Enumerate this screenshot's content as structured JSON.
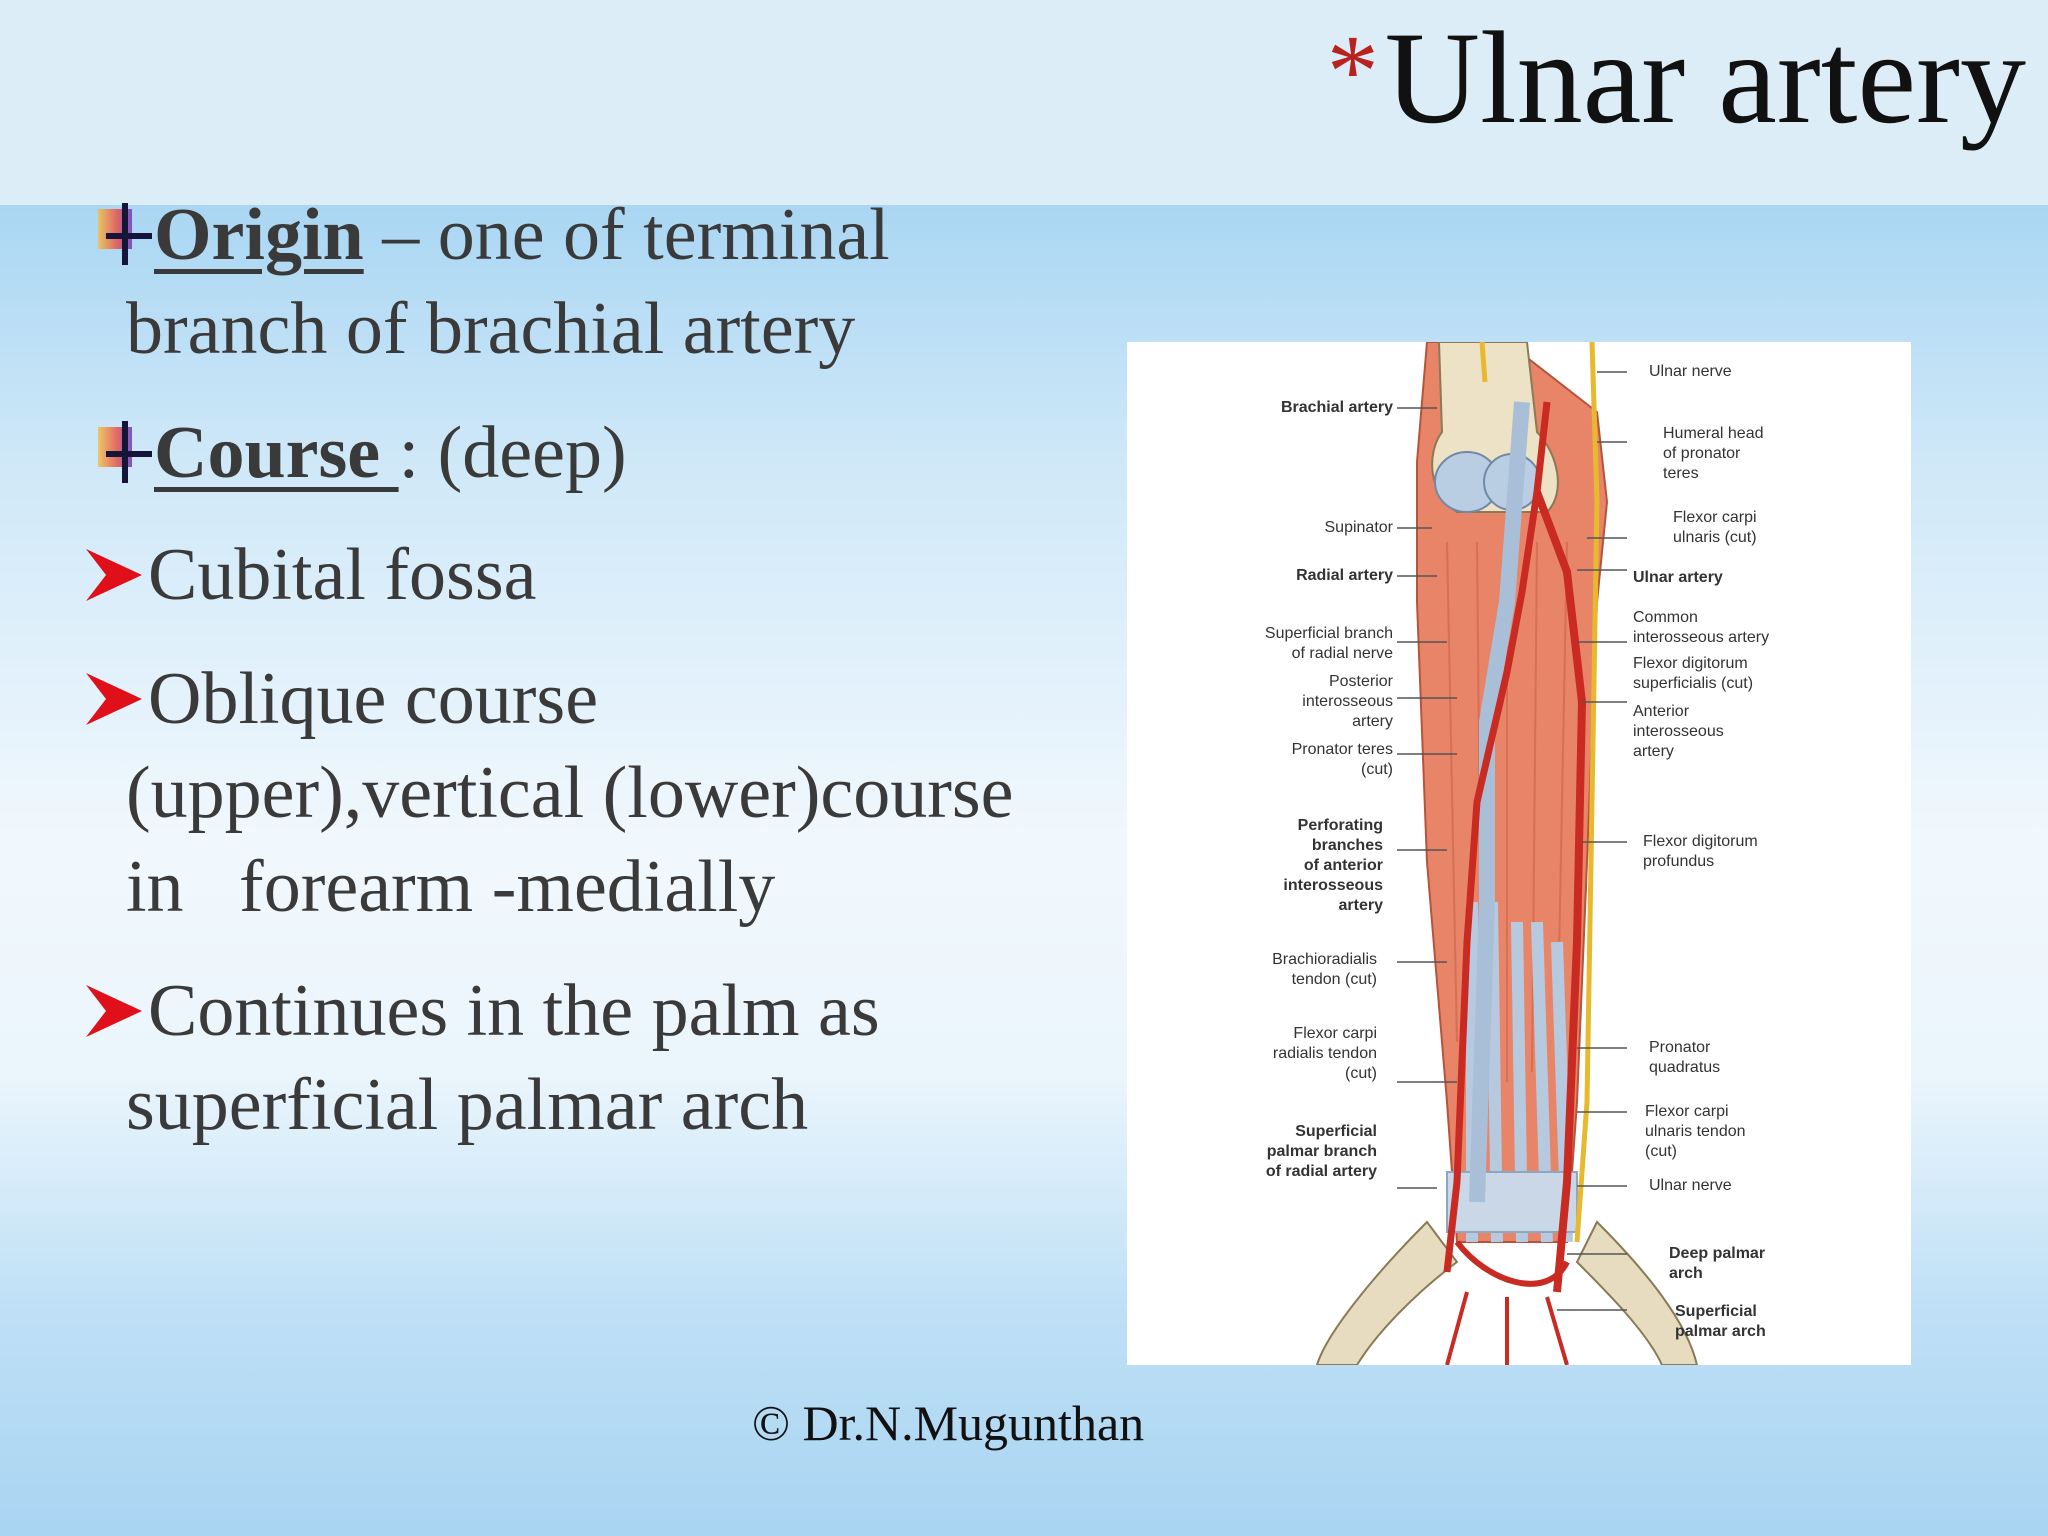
{
  "slide": {
    "title_star": "*",
    "title": "Ulnar artery",
    "copyright": "© Dr.N.Mugunthan"
  },
  "content": {
    "origin": {
      "heading": "Origin",
      "text": " – one of terminal",
      "cont": "branch of brachial artery"
    },
    "course": {
      "heading": "Course ",
      "text": ": (deep)"
    },
    "points": [
      {
        "line1": "Cubital fossa"
      },
      {
        "line1": "Oblique course",
        "line2": "(upper),vertical (lower)course",
        "line3": "in   forearm -medially"
      },
      {
        "line1": "Continues in the palm as",
        "line2": "superficial palmar arch"
      }
    ]
  },
  "figure": {
    "labels_left": [
      "Brachial artery",
      "Supinator",
      "Radial artery",
      "Superficial branch",
      "of radial nerve",
      "Posterior",
      "interosseous",
      "artery",
      "Pronator teres",
      "(cut)",
      "Perforating",
      "branches",
      "of anterior",
      "interosseous",
      "artery",
      "Brachioradialis",
      "tendon (cut)",
      "Flexor carpi",
      "radialis tendon",
      "(cut)",
      "Superficial",
      "palmar branch",
      "of radial artery"
    ],
    "labels_right": [
      "Ulnar nerve",
      "Humeral head",
      "of pronator",
      "teres",
      "Flexor carpi",
      "ulnaris (cut)",
      "Ulnar artery",
      "Common",
      "interosseous artery",
      "Flexor digitorum",
      "superficialis (cut)",
      "Anterior",
      "interosseous",
      "artery",
      "Flexor digitorum",
      "profundus",
      "Pronator",
      "quadratus",
      "Flexor carpi",
      "ulnaris tendon",
      "(cut)",
      "Ulnar nerve",
      "Deep palmar",
      "arch",
      "Superficial",
      "palmar arch"
    ]
  }
}
